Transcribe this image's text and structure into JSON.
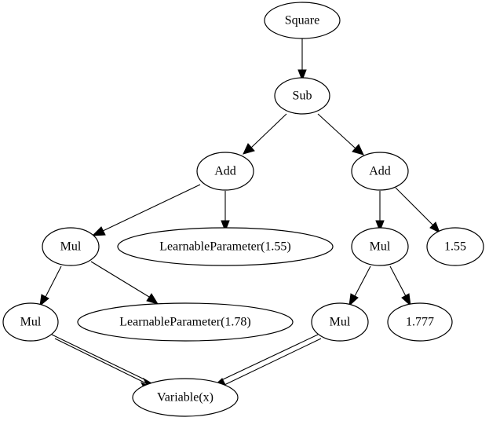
{
  "nodes": {
    "square": "Square",
    "sub": "Sub",
    "add_left": "Add",
    "add_right": "Add",
    "mul_left_upper": "Mul",
    "learnable_155": "LearnableParameter(1.55)",
    "mul_right_upper": "Mul",
    "const_155": "1.55",
    "mul_left_lower": "Mul",
    "learnable_178": "LearnableParameter(1.78)",
    "mul_right_lower": "Mul",
    "const_1777": "1.777",
    "variable_x": "Variable(x)"
  },
  "colors": {
    "stroke": "#000000",
    "fill": "#ffffff",
    "background": "#ffffff"
  }
}
